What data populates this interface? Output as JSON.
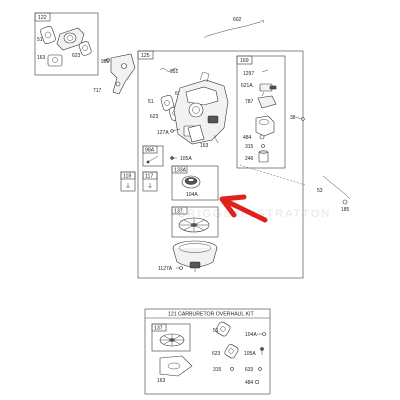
{
  "boxes": {
    "b122": "122",
    "b125": "125",
    "b169": "169",
    "b98a": "98A",
    "b118": "118",
    "b117": "117",
    "b133a": "133A",
    "b137": "137",
    "kit_title": "121 CARBURETOR OVERHAUL KIT",
    "kit137": "137"
  },
  "labels": {
    "l51a": "51",
    "l163a": "163",
    "l623a": "623",
    "l602": "602",
    "l961": "961",
    "l717": "717",
    "l951": "951",
    "l633a": "633",
    "l51b": "51",
    "l623b": "623",
    "l127a": "127A",
    "l163b": "163",
    "l1297": "1297",
    "l621a": "621A",
    "l787": "787",
    "l484a": "484",
    "l315a": "315",
    "l246": "246",
    "l38": "38",
    "l105a": "105A",
    "l104a": "104A",
    "l1127a": "1127A",
    "l53": "53",
    "l185": "185",
    "k51": "51",
    "k104a": "104A",
    "k623": "623",
    "k105a": "105A",
    "k315": "315",
    "k633": "633",
    "k163": "163",
    "k484": "484"
  },
  "watermark": "BRIGGSandSTRATTON",
  "colors": {
    "arrow": "#e0201b",
    "line": "#444444",
    "box": "#555555"
  },
  "icons": {
    "arrow": "red-arrow-icon",
    "small": "i-icon"
  }
}
